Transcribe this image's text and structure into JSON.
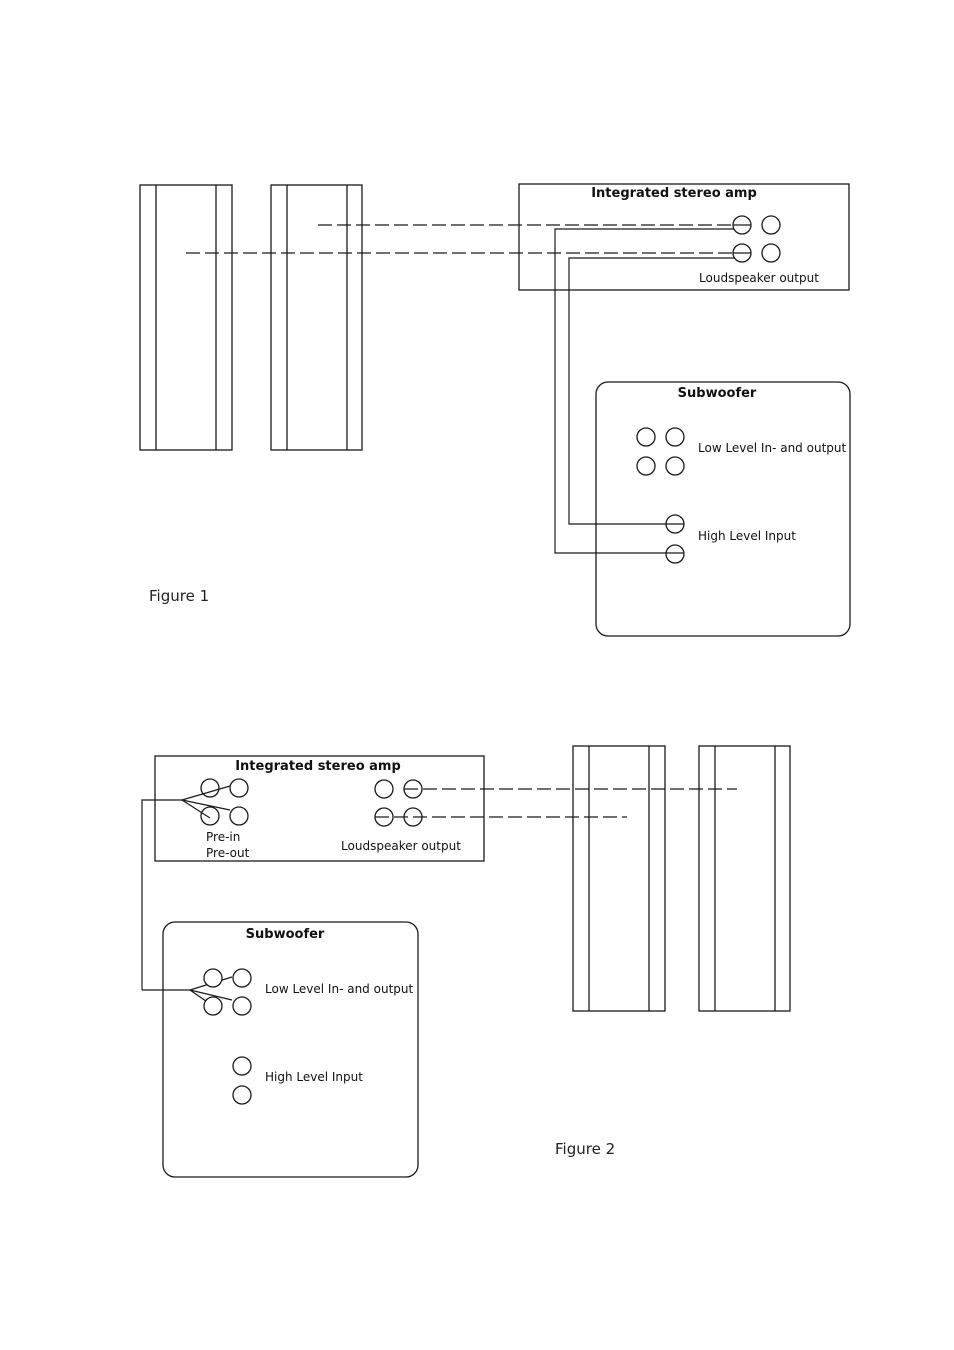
{
  "figure1": {
    "caption": "Figure 1",
    "amp": {
      "title": "Integrated stereo amp",
      "output_label": "Loudspeaker output"
    },
    "subwoofer": {
      "title": "Subwoofer",
      "low_level_label": "Low Level In- and output",
      "high_level_label": "High Level Input"
    }
  },
  "figure2": {
    "caption": "Figure 2",
    "amp": {
      "title": "Integrated stereo amp",
      "pre_in_label": "Pre-in",
      "pre_out_label": "Pre-out",
      "output_label": "Loudspeaker output"
    },
    "subwoofer": {
      "title": "Subwoofer",
      "low_level_label": "Low Level In- and output",
      "high_level_label": "High Level Input"
    }
  }
}
